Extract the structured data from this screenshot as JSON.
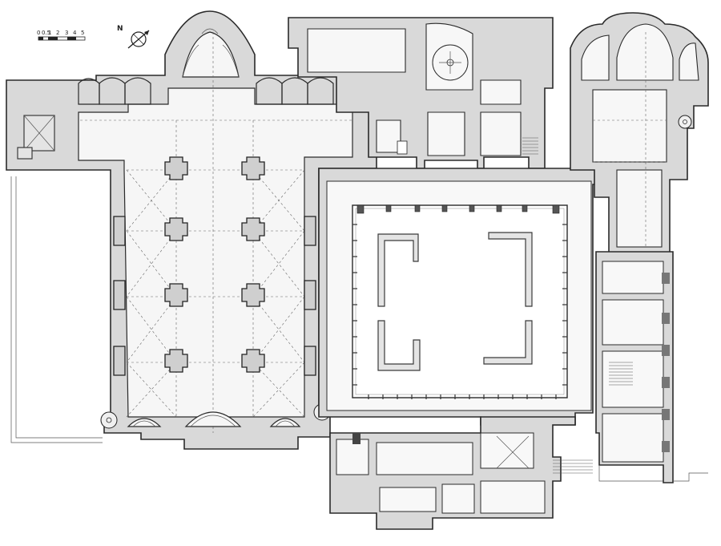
{
  "scale_bar": {
    "labels": [
      "0",
      "0.5",
      "1",
      "2",
      "3",
      "4",
      "5"
    ]
  },
  "north_arrow": {
    "label": "N",
    "icon": "north-arrow-icon"
  }
}
